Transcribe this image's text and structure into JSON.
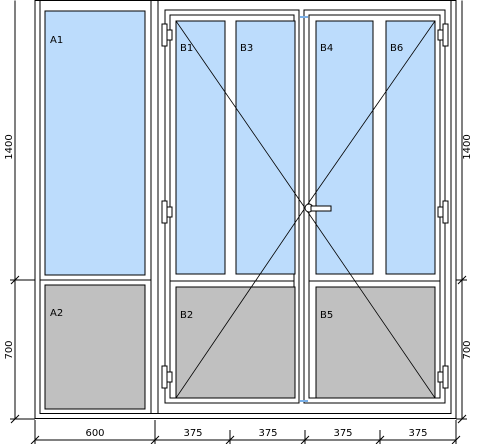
{
  "panels": {
    "a1": "A1",
    "a2": "A2",
    "b1": "B1",
    "b2": "B2",
    "b3": "B3",
    "b4": "B4",
    "b5": "B5",
    "b6": "B6"
  },
  "dimensions": {
    "left_upper": "1400",
    "left_lower": "700",
    "right_upper": "1400",
    "right_lower": "700",
    "bottom": [
      "600",
      "375",
      "375",
      "375",
      "375"
    ]
  },
  "colors": {
    "glass": "#bcdcfc",
    "panel": "#c0c0c0",
    "frame": "#ffffff",
    "line": "#000000"
  }
}
